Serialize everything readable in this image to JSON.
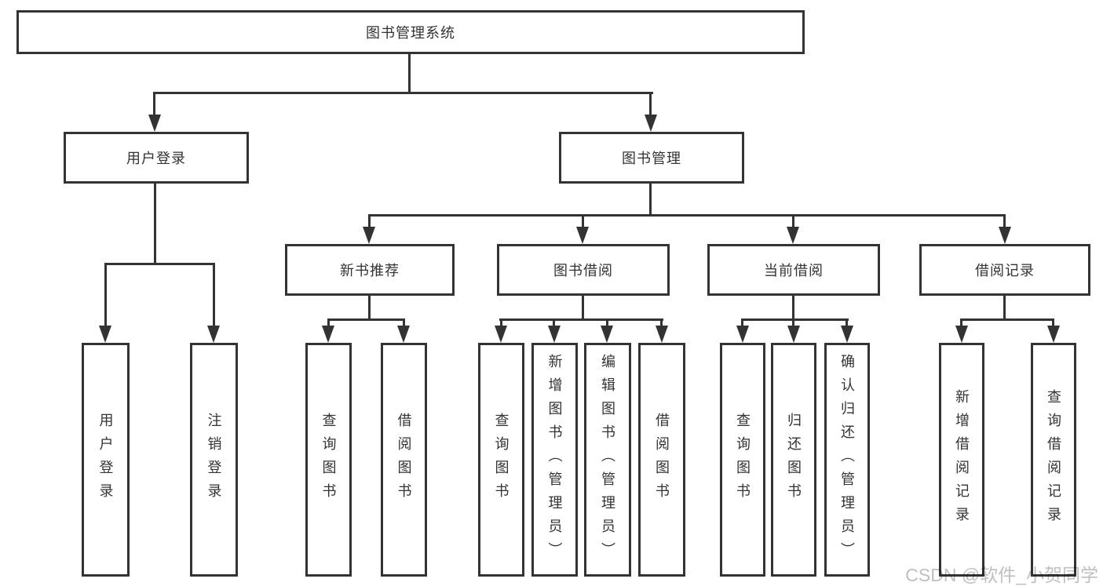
{
  "title": "图书管理系统",
  "branches": [
    {
      "label": "用户登录",
      "leaves": [
        "用户登录",
        "注销登录"
      ]
    },
    {
      "label": "图书管理",
      "groups": [
        {
          "label": "新书推荐",
          "leaves": [
            "查询图书",
            "借阅图书"
          ]
        },
        {
          "label": "图书借阅",
          "leaves": [
            "查询图书",
            "新增图书（管理员）",
            "编辑图书（管理员）",
            "借阅图书"
          ]
        },
        {
          "label": "当前借阅",
          "leaves": [
            "查询图书",
            "归还图书",
            "确认归还（管理员）"
          ]
        },
        {
          "label": "借阅记录",
          "leaves": [
            "新增借阅记录",
            "查询借阅记录"
          ]
        }
      ]
    }
  ],
  "watermark": "CSDN @软件_小贺同学",
  "colors": {
    "line": "#333333",
    "text": "#333333",
    "box_background": "#ffffff",
    "watermark": "#bfbfbf",
    "page_background": "#ffffff"
  }
}
